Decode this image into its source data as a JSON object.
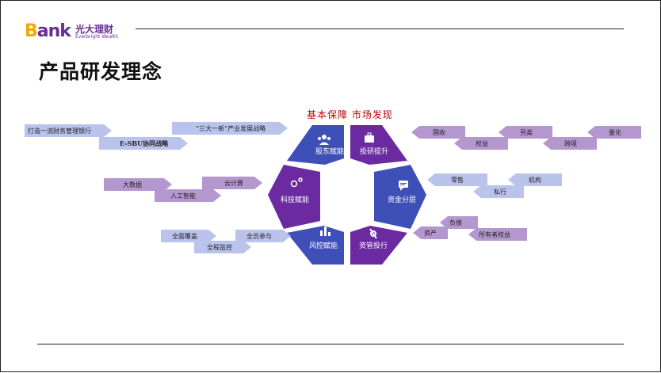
{
  "logo": {
    "mark": "Bank",
    "cn": "光大理财",
    "en": "Everbright Wealth"
  },
  "page": {
    "title": "产品研发理念"
  },
  "hexagon": {
    "header": "基本保障 市场发现",
    "segments": [
      {
        "label": "股东赋能",
        "icon": "people-icon"
      },
      {
        "label": "投研提升",
        "icon": "briefcase-icon"
      },
      {
        "label": "资金分层",
        "icon": "message-icon"
      },
      {
        "label": "资管投行",
        "icon": "tools-icon"
      },
      {
        "label": "风控赋能",
        "icon": "bar-chart-icon"
      },
      {
        "label": "科技赋能",
        "icon": "gears-icon"
      }
    ]
  },
  "left_tags": [
    {
      "label": "打造一流财务管理银行",
      "bold": false
    },
    {
      "label": "E-SBU协同战略",
      "bold": true
    },
    {
      "label": "“三大一新”产业发展战略",
      "bold": false
    },
    {
      "label": "大数据",
      "bold": false
    },
    {
      "label": "人工智能",
      "bold": false
    },
    {
      "label": "云计算",
      "bold": false
    },
    {
      "label": "全面覆盖",
      "bold": false
    },
    {
      "label": "全程监控",
      "bold": false
    },
    {
      "label": "全员参与",
      "bold": false
    }
  ],
  "right_tags": [
    {
      "label": "固收"
    },
    {
      "label": "权益"
    },
    {
      "label": "另类"
    },
    {
      "label": "跨境"
    },
    {
      "label": "量化"
    },
    {
      "label": "零售"
    },
    {
      "label": "私行"
    },
    {
      "label": "机构"
    },
    {
      "label": "资产"
    },
    {
      "label": "负债"
    },
    {
      "label": "所有者权益"
    }
  ],
  "colors": {
    "blue": "#3f4fb8",
    "purple": "#6b2aa0",
    "light_blue": "#b9c3ec",
    "light_purple": "#b597cf",
    "title_red": "#c00000"
  }
}
